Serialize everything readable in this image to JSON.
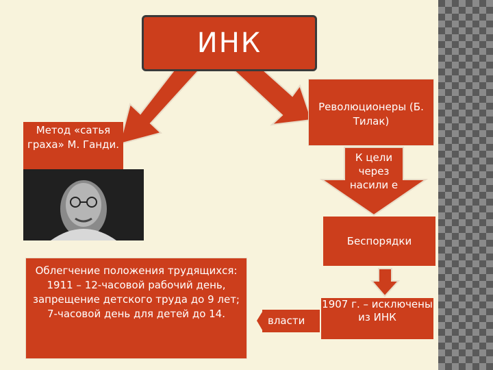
{
  "nodes": {
    "ink": "ИНК",
    "revolutionaries": "Революционеры (Б. Тилак)",
    "method": "Метод «сатья граха» М. Ганди.",
    "riots": "Беспорядки",
    "excluded": "1907 г. – исключены из ИНК",
    "relief": "Облегчение положения трудящихся: 1911 – 12-часовой рабочий день, запрещение детского труда до 9 лет; 7-часовой день для детей до 14.",
    "power": "власти"
  },
  "arrow_labels": {
    "to_goal": "К цели через насили е"
  },
  "colors": {
    "box": "#cc3e1c",
    "background": "#f8f3dc",
    "text": "#ffffff"
  }
}
